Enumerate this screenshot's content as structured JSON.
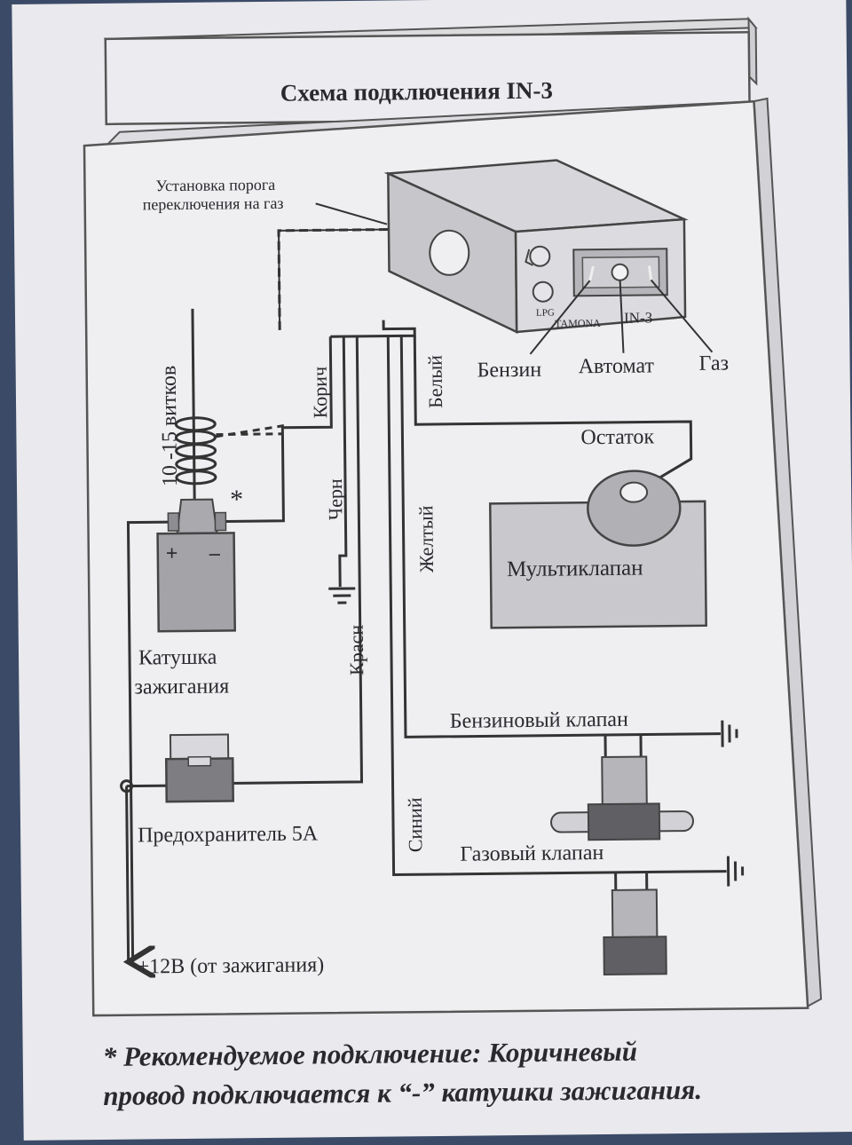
{
  "title": "Схема подключения  IN-3",
  "labels": {
    "threshold_line1": "Установка порога",
    "threshold_line2": "переключения на газ",
    "turns": "10 -15 витков",
    "brown": "Корич",
    "white": "Белый",
    "black": "Черн",
    "yellow": "Желтый",
    "red": "Красн",
    "blue": "Синий",
    "coil_line1": "Катушка",
    "coil_line2": "зажигания",
    "fuse": "Предохранитель 5А",
    "supply": "+12В (от зажигания)",
    "multivalve": "Мультиклапан",
    "remainder": "Остаток",
    "petrol_valve": "Бензиновый клапан",
    "gas_valve": "Газовый клапан",
    "petrol": "Бензин",
    "auto": "Автомат",
    "gas": "Газ",
    "lpg": "LPG",
    "brand": "TAMONA",
    "model": "IN-3",
    "asterisk": "*",
    "plus": "+",
    "minus": "–"
  },
  "footnote": {
    "line1": "Рекомендуемое подключение: Коричневый",
    "line2": "провод подключается к “-” катушки зажигания."
  }
}
